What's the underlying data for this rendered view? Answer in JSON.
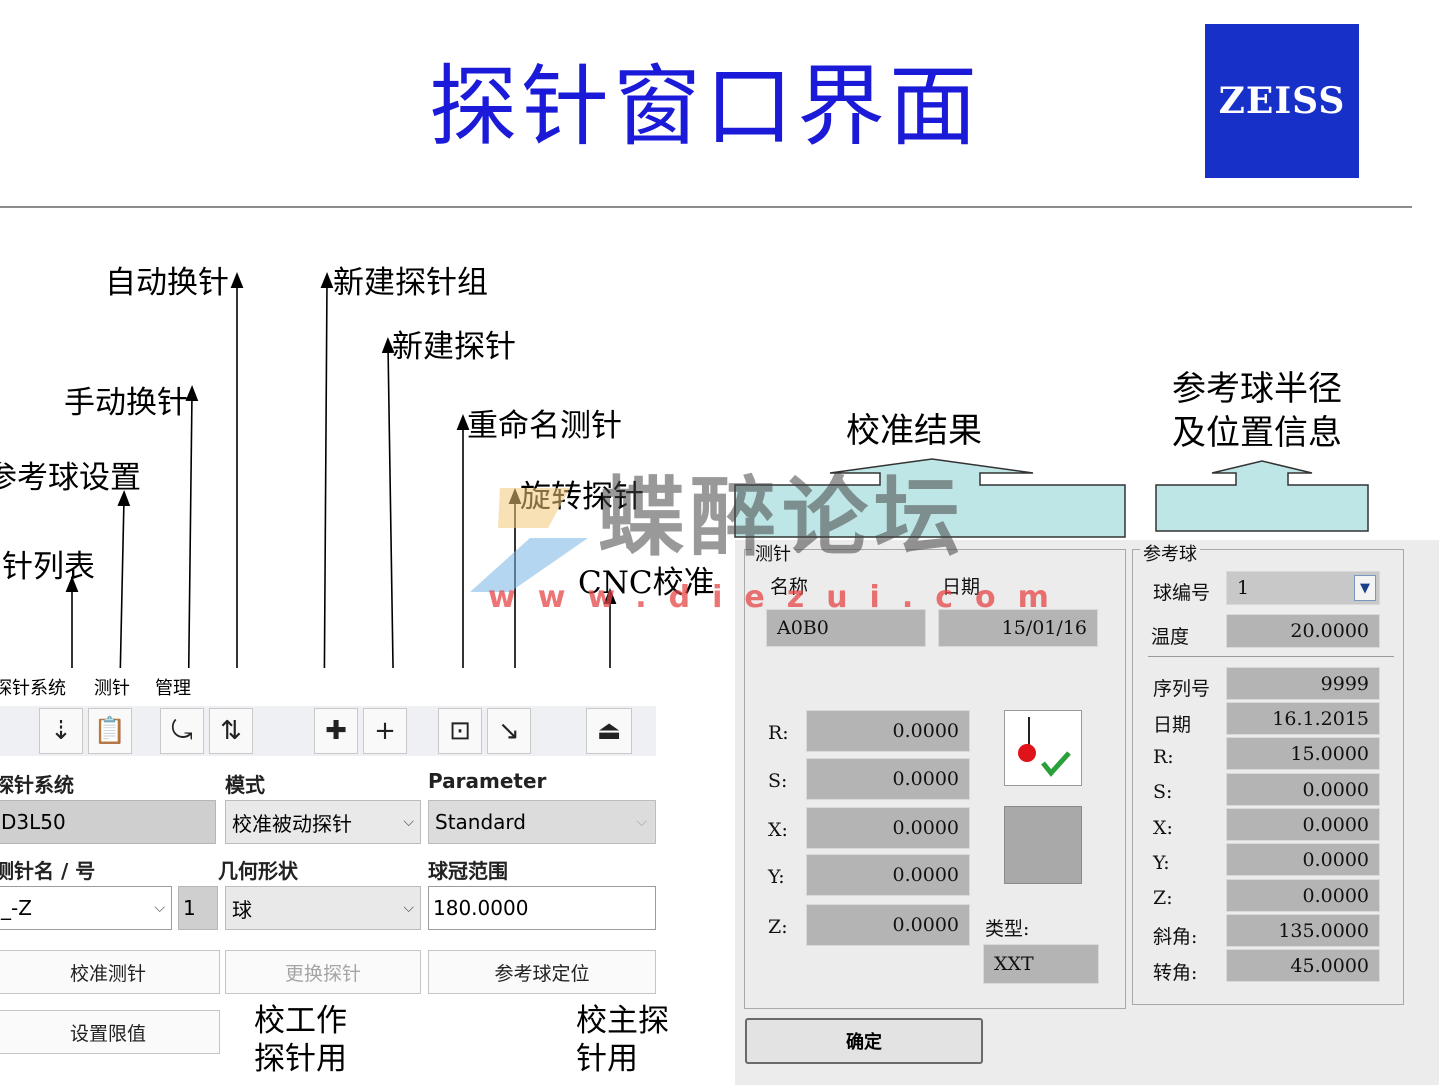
{
  "title": "探针窗口界面",
  "logo_text": "ZEISS",
  "annotations": {
    "auto_change": "自动换针",
    "new_probe_group": "新建探针组",
    "new_probe": "新建探针",
    "manual_change": "手动换针",
    "rename_stylus": "重命名测针",
    "ref_sphere_setup": "参考球设置",
    "rotate_probe": "旋转探针",
    "probe_list": "针列表",
    "cnc_calibrate": "CNC校准",
    "calib_result": "校准结果",
    "ref_sphere_info_1": "参考球半径",
    "ref_sphere_info_2": "及位置信息",
    "work_probe_1": "校工作",
    "work_probe_2": "探针用",
    "master_probe_1": "校主探",
    "master_probe_2": "针用"
  },
  "watermark": {
    "main": "蝶醉论坛",
    "url": "www.diezui.com"
  },
  "left_panel": {
    "menu": [
      "探针系统",
      "测针",
      "管理"
    ],
    "labels": {
      "probe_system": "探针系统",
      "mode": "模式",
      "parameter": "Parameter",
      "stylus_name": "测针名 / 号",
      "geometry": "几何形状",
      "crown_range": "球冠范围"
    },
    "values": {
      "probe_system": "D3L50",
      "mode": "校准被动探针",
      "parameter": "Standard",
      "stylus_name": "_-Z",
      "stylus_number": "1",
      "geometry": "球",
      "crown_range": "180.0000"
    },
    "buttons": {
      "calibrate": "校准测针",
      "change_probe": "更换探针",
      "ref_sphere_pos": "参考球定位",
      "set_limits": "设置限值"
    }
  },
  "dialog": {
    "stylus_group": {
      "title": "测针",
      "name_label": "名称",
      "date_label": "日期",
      "name_value": "A0B0",
      "date_value": "15/01/16",
      "rows": [
        {
          "label": "R:",
          "value": "0.0000"
        },
        {
          "label": "S:",
          "value": "0.0000"
        },
        {
          "label": "X:",
          "value": "0.0000"
        },
        {
          "label": "Y:",
          "value": "0.0000"
        },
        {
          "label": "Z:",
          "value": "0.0000"
        }
      ],
      "type_label": "类型:",
      "type_value": "XXT"
    },
    "ref_sphere_group": {
      "title": "参考球",
      "number_label": "球编号",
      "number_value": "1",
      "temp_label": "温度",
      "temp_value": "20.0000",
      "rows": [
        {
          "label": "序列号",
          "value": "9999"
        },
        {
          "label": "日期",
          "value": "16.1.2015"
        },
        {
          "label": "R:",
          "value": "15.0000"
        },
        {
          "label": "S:",
          "value": "0.0000"
        },
        {
          "label": "X:",
          "value": "0.0000"
        },
        {
          "label": "Y:",
          "value": "0.0000"
        },
        {
          "label": "Z:",
          "value": "0.0000"
        },
        {
          "label": "斜角:",
          "value": "135.0000"
        },
        {
          "label": "转角:",
          "value": "45.0000"
        }
      ]
    },
    "ok_button": "确定"
  }
}
